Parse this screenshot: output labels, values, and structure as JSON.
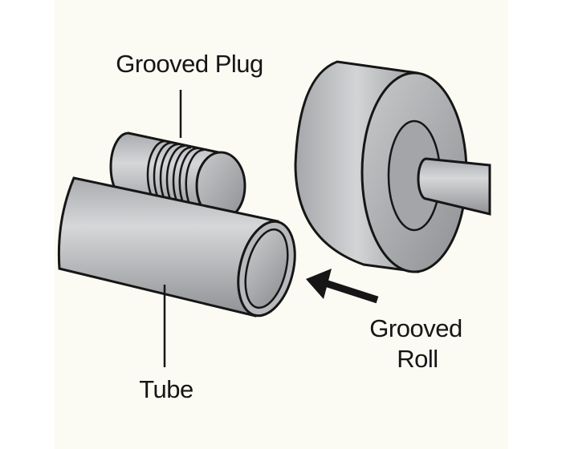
{
  "labels": {
    "plug": "Grooved Plug",
    "tube": "Tube",
    "roll_line1": "Grooved",
    "roll_line2": "Roll"
  },
  "colors": {
    "background": "#fcfbf3",
    "metal": "#b9bbbe",
    "outline": "#161616"
  }
}
